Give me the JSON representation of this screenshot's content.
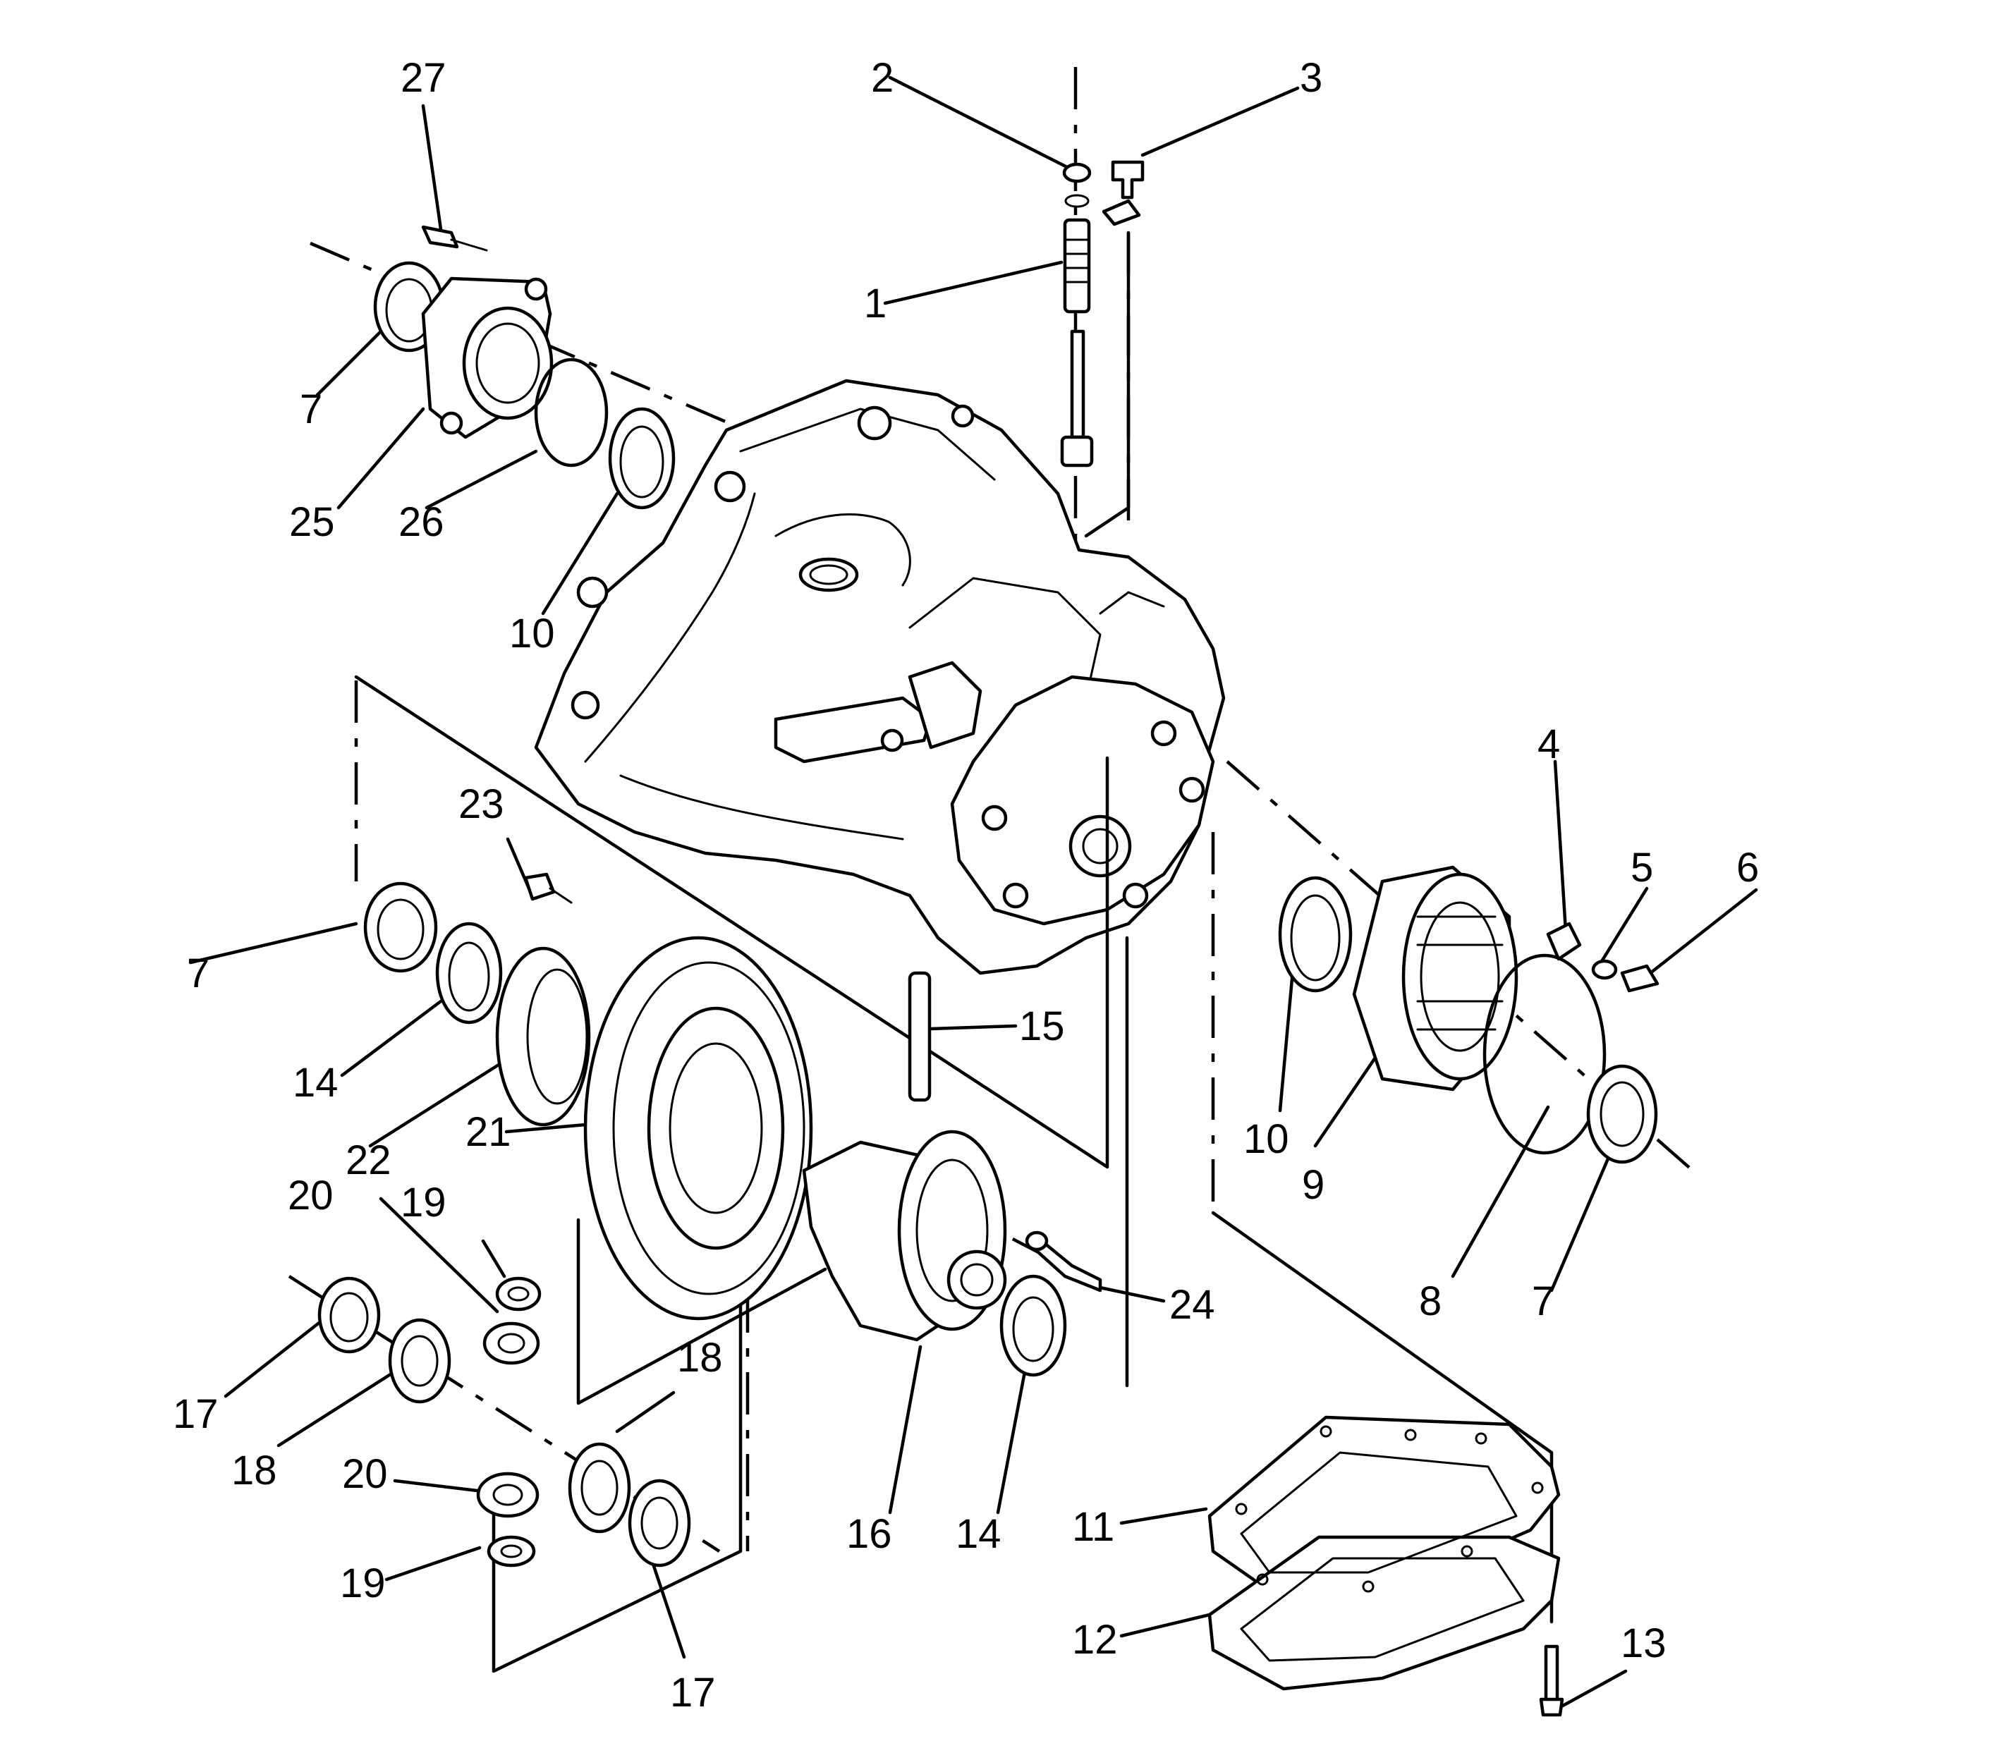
{
  "callouts": {
    "c1": "1",
    "c2": "2",
    "c3": "3",
    "c4": "4",
    "c5": "5",
    "c6": "6",
    "c7a": "7",
    "c7b": "7",
    "c7c": "7",
    "c8": "8",
    "c9": "9",
    "c10a": "10",
    "c10b": "10",
    "c11": "11",
    "c12": "12",
    "c13": "13",
    "c14a": "14",
    "c14b": "14",
    "c15": "15",
    "c16": "16",
    "c17a": "17",
    "c17b": "17",
    "c18a": "18",
    "c18b": "18",
    "c19a": "19",
    "c19b": "19",
    "c20a": "20",
    "c20b": "20",
    "c21": "21",
    "c22": "22",
    "c23": "23",
    "c24": "24",
    "c25": "25",
    "c26": "26",
    "c27": "27"
  }
}
